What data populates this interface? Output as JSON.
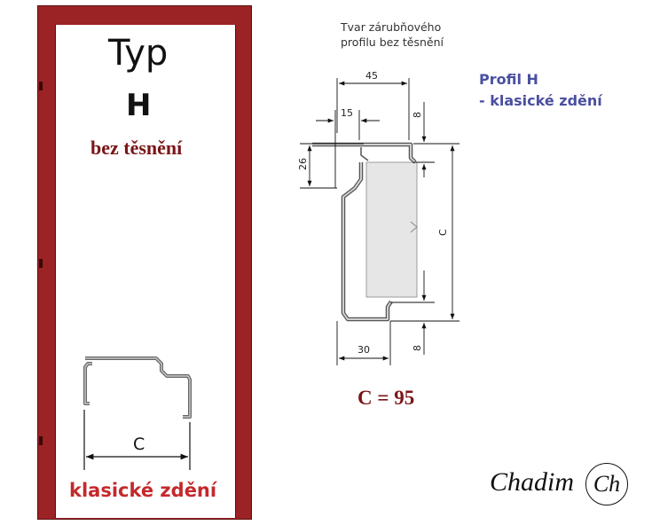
{
  "left_panel": {
    "title": "Typ",
    "letter": "H",
    "subtitle": "bez těsnění",
    "c_label": "C",
    "masonry": "klasické zdění"
  },
  "drawing": {
    "caption_line1": "Tvar zárubňového",
    "caption_line2": "profilu bez těsnění",
    "dims": {
      "width_total": "45",
      "width_small": "15",
      "height_26": "26",
      "top_8": "8",
      "bottom_8": "8",
      "width_bottom": "30",
      "c": "C"
    }
  },
  "profile_label": {
    "line1": "Profil H",
    "line2": "- klasické zdění"
  },
  "c_value": "C = 95",
  "logo": {
    "text": "Chadim",
    "mark": "Ch"
  },
  "colors": {
    "frame": "#9b2325",
    "dark_red_text": "#7a1518",
    "red_text": "#c4292c",
    "blue_text": "#4a4fa0"
  }
}
